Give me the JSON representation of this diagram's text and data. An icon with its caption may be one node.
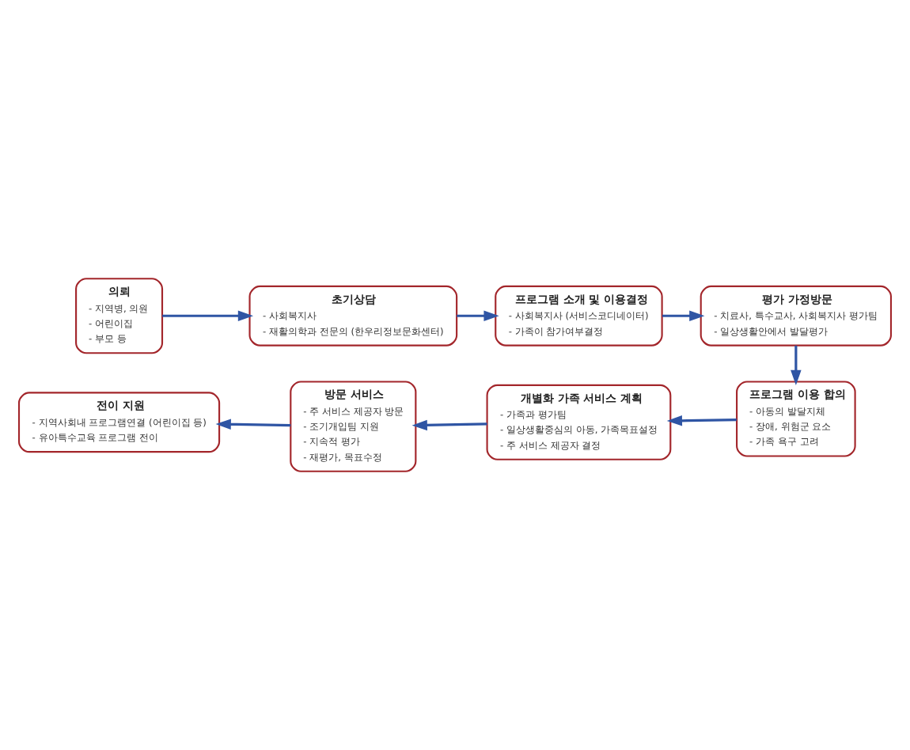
{
  "diagram": {
    "nodes": [
      {
        "text": [
          "의뢰",
          "- 지역병, 의원",
          "- 어린이집",
          "- 부모 등"
        ]
      },
      {
        "text": [
          "초기상담",
          "- 사회복지사",
          "- 재활의학과 전문의 (한우리정보문화센터)"
        ]
      },
      {
        "text": [
          "프로그램 소개 및 이용결정",
          "- 사회복지사 (서비스코디네이터)",
          "- 가족이 참가여부결정"
        ]
      },
      {
        "text": [
          "평가 가정방문",
          "- 치료사, 특수교사, 사회복지사 평가팀",
          "- 일상생활안에서 발달평가"
        ]
      },
      {
        "text": [
          "프로그램 이용 합의",
          "- 아동의 발달지체",
          "- 장애, 위험군 요소",
          "- 가족 욕구 고려"
        ]
      },
      {
        "text": [
          "개별화 가족 서비스 계획",
          "- 가족과 평가팀",
          "- 일상생활중심의 아동, 가족목표설정",
          "- 주 서비스 제공자 결정"
        ]
      },
      {
        "text": [
          "방문 서비스",
          "- 주 서비스 제공자 방문",
          "- 조기개입팀 지원",
          "- 지속적 평가",
          "- 재평가, 목표수정"
        ]
      },
      {
        "text": [
          "전이 지원",
          "- 지역사회내 프로그램연결 (어린이집 등)",
          "- 유아특수교육 프로그램 전이"
        ]
      }
    ],
    "edges": [
      {
        "from": 0,
        "to": 1,
        "arrow": "to"
      },
      {
        "from": 1,
        "to": 2,
        "arrow": "to"
      },
      {
        "from": 2,
        "to": 3,
        "arrow": "to"
      },
      {
        "from": 3,
        "to": 4,
        "arrow": "to"
      },
      {
        "from": 4,
        "to": 5,
        "arrow": "to"
      },
      {
        "from": 5,
        "to": 6,
        "arrow": "to"
      },
      {
        "from": 6,
        "to": 7,
        "arrow": "to"
      }
    ]
  }
}
